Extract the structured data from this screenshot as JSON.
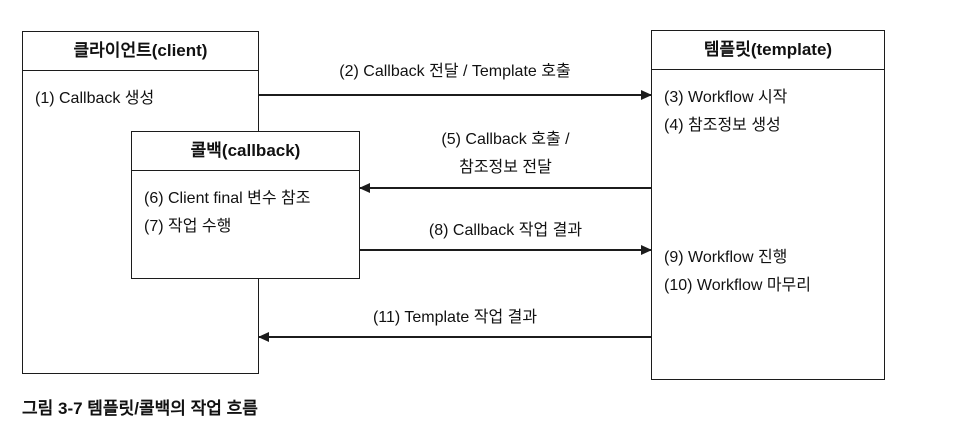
{
  "diagram": {
    "client_box": {
      "title": "클라이언트(client)",
      "items": [
        "(1) Callback 생성"
      ]
    },
    "callback_box": {
      "title": "콜백(callback)",
      "items": [
        "(6) Client final 변수 참조",
        "(7) 작업 수행"
      ]
    },
    "template_box": {
      "title": "템플릿(template)",
      "items": [
        "(3) Workflow 시작",
        "(4) 참조정보 생성",
        "(9) Workflow 진행",
        "(10) Workflow 마무리"
      ]
    },
    "arrows": {
      "a2": {
        "label": "(2) Callback 전달 / Template 호출",
        "direction": "right"
      },
      "a5": {
        "line1": "(5) Callback 호출 /",
        "line2": "참조정보 전달",
        "direction": "left"
      },
      "a8": {
        "label": "(8) Callback 작업 결과",
        "direction": "right"
      },
      "a11": {
        "label": "(11) Template 작업 결과",
        "direction": "left"
      }
    },
    "caption": "그림 3-7 템플릿/콜백의 작업 흐름",
    "colors": {
      "stroke": "#1c1c1c",
      "background": "#ffffff",
      "text": "#111111"
    }
  }
}
